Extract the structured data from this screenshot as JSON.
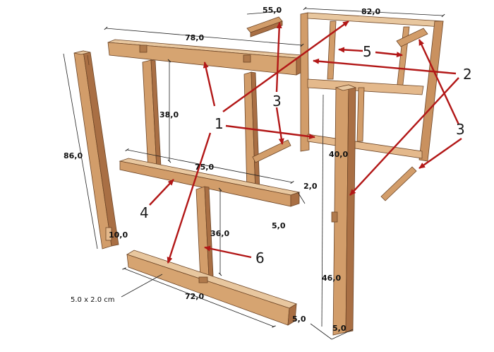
{
  "colors": {
    "wood_light": "#e4b98c",
    "wood_mid": "#d29d6a",
    "wood_dark": "#a96f44",
    "wood_edge": "#6d4526",
    "arrow": "#b21717",
    "dim_line": "#222222"
  },
  "dimensions": {
    "top_rail_length": "78,0",
    "side_frame_width": "82,0",
    "cleat_length": "55,0",
    "leg_height": "86,0",
    "post_upper_height": "38,0",
    "shelf_rail_length": "75,0",
    "rail_thickness": "2,0",
    "rail_depth": "5,0",
    "notch_length": "10,0",
    "post_lower_height": "36,0",
    "base_length": "72,0",
    "section_label": "5.0 x 2.0 cm",
    "leg_upper_segment": "40,0",
    "leg_lower_segment": "46,0",
    "leg_width_a": "5,0",
    "leg_width_b": "5,0"
  },
  "callouts": {
    "one": "1",
    "two": "2",
    "three_left": "3",
    "three_right": "3",
    "four": "4",
    "five": "5",
    "six": "6"
  }
}
